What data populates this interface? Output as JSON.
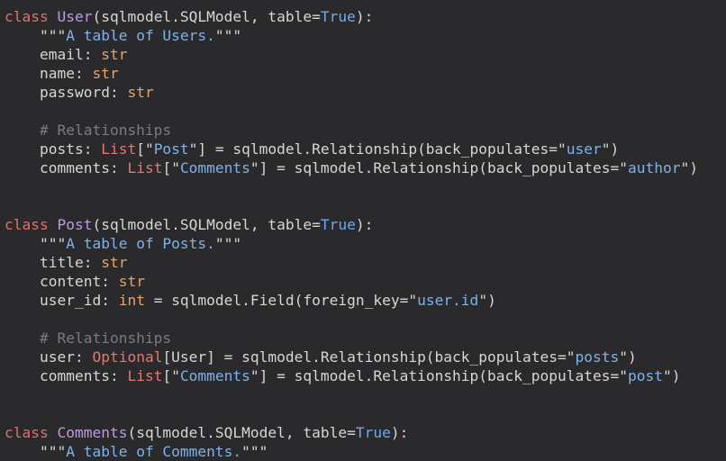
{
  "editor": {
    "colors": {
      "background": "#2a2a2c",
      "keyword": "#e0706c",
      "class_name": "#c09ae0",
      "text": "#d6d6d6",
      "string": "#7fb2e8",
      "type": "#e5a468",
      "builtin": "#6aaaf0",
      "generic": "#e07a70",
      "comment": "#7c7c7e"
    },
    "lines": [
      [
        [
          "kw",
          "class"
        ],
        [
          "p",
          " "
        ],
        [
          "cls",
          "User"
        ],
        [
          "p",
          "(sqlmodel.SQLModel, table="
        ],
        [
          "b",
          "True"
        ],
        [
          "p",
          "):"
        ]
      ],
      [
        [
          "p",
          "    "
        ],
        [
          "q",
          "\"\"\""
        ],
        [
          "s",
          "A table of Users."
        ],
        [
          "q",
          "\"\"\""
        ]
      ],
      [
        [
          "p",
          "    email: "
        ],
        [
          "t",
          "str"
        ]
      ],
      [
        [
          "p",
          "    name: "
        ],
        [
          "t",
          "str"
        ]
      ],
      [
        [
          "p",
          "    password: "
        ],
        [
          "t",
          "str"
        ]
      ],
      [],
      [
        [
          "c",
          "    # Relationships"
        ]
      ],
      [
        [
          "p",
          "    posts: "
        ],
        [
          "g",
          "List"
        ],
        [
          "p",
          "["
        ],
        [
          "q",
          "\""
        ],
        [
          "s",
          "Post"
        ],
        [
          "q",
          "\""
        ],
        [
          "p",
          "] = sqlmodel.Relationship(back_populates="
        ],
        [
          "q",
          "\""
        ],
        [
          "s",
          "user"
        ],
        [
          "q",
          "\""
        ],
        [
          "p",
          ")"
        ]
      ],
      [
        [
          "p",
          "    comments: "
        ],
        [
          "g",
          "List"
        ],
        [
          "p",
          "["
        ],
        [
          "q",
          "\""
        ],
        [
          "s",
          "Comments"
        ],
        [
          "q",
          "\""
        ],
        [
          "p",
          "] = sqlmodel.Relationship(back_populates="
        ],
        [
          "q",
          "\""
        ],
        [
          "s",
          "author"
        ],
        [
          "q",
          "\""
        ],
        [
          "p",
          ")"
        ]
      ],
      [],
      [],
      [
        [
          "kw",
          "class"
        ],
        [
          "p",
          " "
        ],
        [
          "cls",
          "Post"
        ],
        [
          "p",
          "(sqlmodel.SQLModel, table="
        ],
        [
          "b",
          "True"
        ],
        [
          "p",
          "):"
        ]
      ],
      [
        [
          "p",
          "    "
        ],
        [
          "q",
          "\"\"\""
        ],
        [
          "s",
          "A table of Posts."
        ],
        [
          "q",
          "\"\"\""
        ]
      ],
      [
        [
          "p",
          "    title: "
        ],
        [
          "t",
          "str"
        ]
      ],
      [
        [
          "p",
          "    content: "
        ],
        [
          "t",
          "str"
        ]
      ],
      [
        [
          "p",
          "    user_id: "
        ],
        [
          "t",
          "int"
        ],
        [
          "p",
          " = sqlmodel.Field(foreign_key="
        ],
        [
          "q",
          "\""
        ],
        [
          "s",
          "user.id"
        ],
        [
          "q",
          "\""
        ],
        [
          "p",
          ")"
        ]
      ],
      [],
      [
        [
          "c",
          "    # Relationships"
        ]
      ],
      [
        [
          "p",
          "    user: "
        ],
        [
          "g",
          "Optional"
        ],
        [
          "p",
          "[User] = sqlmodel.Relationship(back_populates="
        ],
        [
          "q",
          "\""
        ],
        [
          "s",
          "posts"
        ],
        [
          "q",
          "\""
        ],
        [
          "p",
          ")"
        ]
      ],
      [
        [
          "p",
          "    comments: "
        ],
        [
          "g",
          "List"
        ],
        [
          "p",
          "["
        ],
        [
          "q",
          "\""
        ],
        [
          "s",
          "Comments"
        ],
        [
          "q",
          "\""
        ],
        [
          "p",
          "] = sqlmodel.Relationship(back_populates="
        ],
        [
          "q",
          "\""
        ],
        [
          "s",
          "post"
        ],
        [
          "q",
          "\""
        ],
        [
          "p",
          ")"
        ]
      ],
      [],
      [],
      [
        [
          "kw",
          "class"
        ],
        [
          "p",
          " "
        ],
        [
          "cls",
          "Comments"
        ],
        [
          "p",
          "(sqlmodel.SQLModel, table="
        ],
        [
          "b",
          "True"
        ],
        [
          "p",
          "):"
        ]
      ],
      [
        [
          "p",
          "    "
        ],
        [
          "q",
          "\"\"\""
        ],
        [
          "s",
          "A table of Comments."
        ],
        [
          "q",
          "\"\"\""
        ]
      ]
    ]
  }
}
